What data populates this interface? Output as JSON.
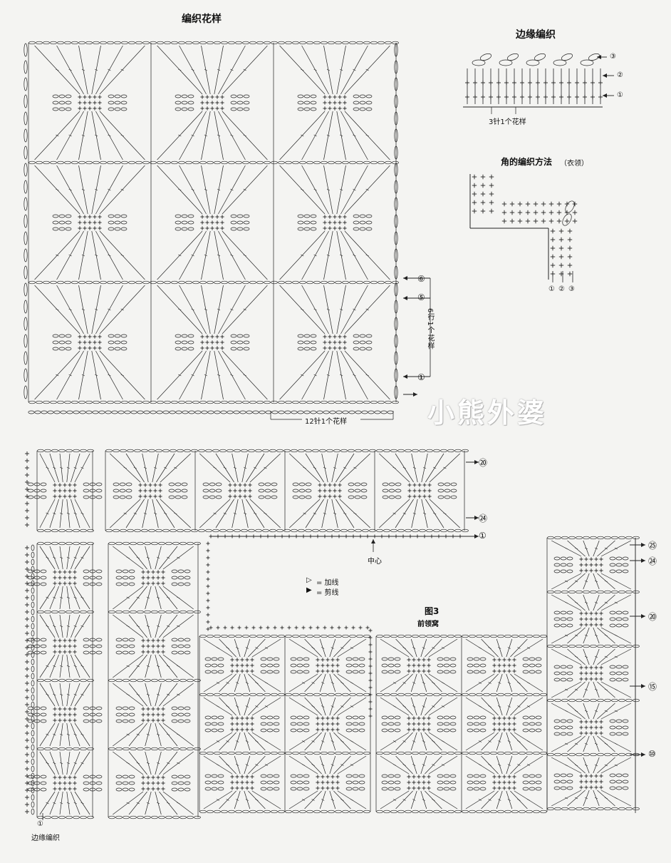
{
  "pattern": {
    "title": "编织花样",
    "row_marks": [
      "⑥",
      "⑤",
      "①"
    ],
    "repeat_rows": "6行1个花样",
    "repeat_stitches": "12针1个花样"
  },
  "edging": {
    "title": "边缘编织",
    "row_marks": [
      "③",
      "②",
      "①"
    ],
    "repeat_label": "3针1个花样"
  },
  "corner": {
    "title": "角的编织方法",
    "title_note": "（衣领）",
    "row_marks": [
      "①",
      "②",
      "③"
    ]
  },
  "figure": {
    "label": "图3",
    "name": "前领窝",
    "center_label": "中心",
    "legend_add": "= 加线",
    "legend_cut": "= 剪线",
    "bottom_label": "边缘编织",
    "bottom_mark": "①",
    "row_marks_top": [
      "⑳",
      "㉔",
      "①"
    ],
    "row_marks_right": [
      "㉕",
      "㉔",
      "⑳",
      "⑮",
      "⑩"
    ]
  },
  "watermark": "小熊外婆"
}
